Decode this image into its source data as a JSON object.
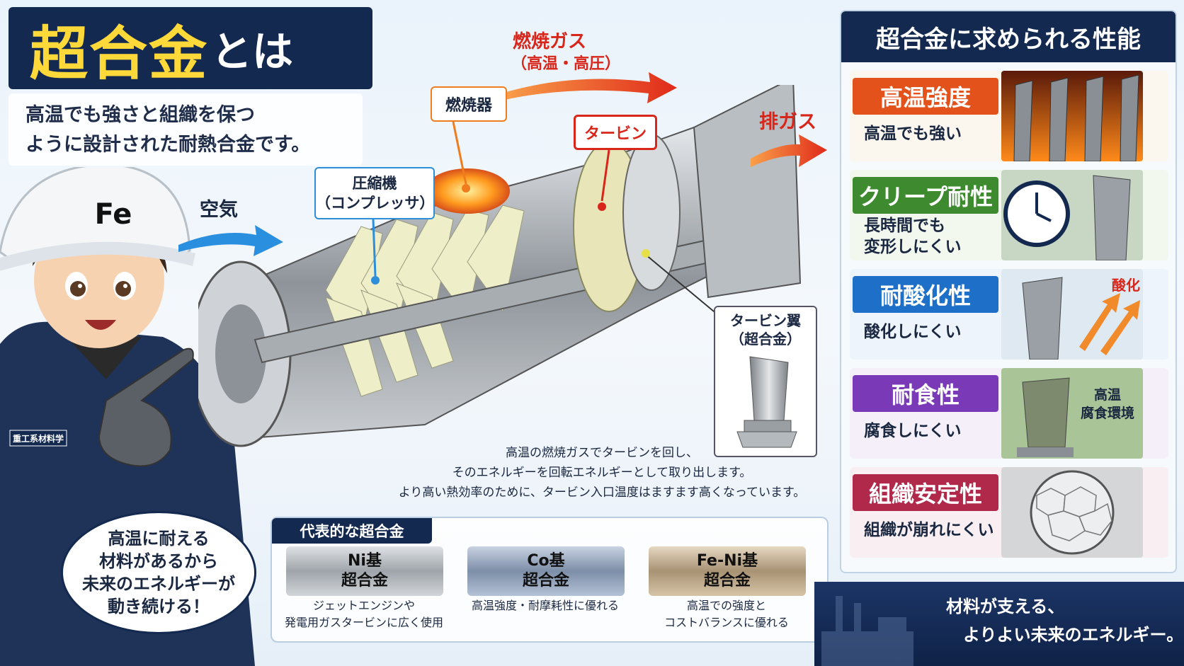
{
  "title": {
    "main": "超合金",
    "suffix": "とは"
  },
  "intro": {
    "line1": "高温でも強さと組織を保つ",
    "line2": "ように設計された耐熱合金です。"
  },
  "character": {
    "helmet_label": "Fe",
    "badge_label": "重工系材料学"
  },
  "speech": {
    "line1": "高温に耐える",
    "line2": "材料があるから",
    "line3": "未来のエネルギーが",
    "line4": "動き続ける！"
  },
  "flow": {
    "air": "空気",
    "gas_title": "燃焼ガス",
    "gas_sub": "（高温・高圧）",
    "exhaust": "排ガス"
  },
  "callouts": {
    "combustor": "燃焼器",
    "turbine": "タービン",
    "compressor_title": "圧縮機",
    "compressor_sub": "（コンプレッサ）",
    "blade_title": "タービン翼",
    "blade_sub": "（超合金）"
  },
  "description": [
    "高温の燃焼ガスでタービンを回し、",
    "そのエネルギーを回転エネルギーとして取り出します。",
    "より高い熱効率のために、タービン入口温度はますます高くなっています。"
  ],
  "alloys": {
    "heading": "代表的な超合金",
    "items": [
      {
        "name1": "Ni基",
        "name2": "超合金",
        "desc1": "ジェットエンジンや",
        "desc2": "発電用ガスタービンに広く使用"
      },
      {
        "name1": "Co基",
        "name2": "超合金",
        "desc1": "高温強度・耐摩耗性に優れる",
        "desc2": ""
      },
      {
        "name1": "Fe-Ni基",
        "name2": "超合金",
        "desc1": "高温での強度と",
        "desc2": "コストバランスに優れる"
      }
    ]
  },
  "performance": {
    "heading": "超合金に求められる性能",
    "items": [
      {
        "badge": "高温強度",
        "text1": "高温でも強い",
        "text2": "",
        "color": "#e4521b"
      },
      {
        "badge": "クリープ耐性",
        "text1": "長時間でも",
        "text2": "変形しにくい",
        "color": "#3d8b2e"
      },
      {
        "badge": "耐酸化性",
        "text1": "酸化しにくい",
        "text2": "",
        "color": "#1d6fc8",
        "img_label": "酸化"
      },
      {
        "badge": "耐食性",
        "text1": "腐食しにくい",
        "text2": "",
        "color": "#7a3ab8",
        "img_label1": "高温",
        "img_label2": "腐食環境"
      },
      {
        "badge": "組織安定性",
        "text1": "組織が崩れにくい",
        "text2": "",
        "color": "#b0294a"
      }
    ]
  },
  "tagline": {
    "line1": "材料が支える、",
    "line2": "よりよい未来のエネルギー。"
  }
}
